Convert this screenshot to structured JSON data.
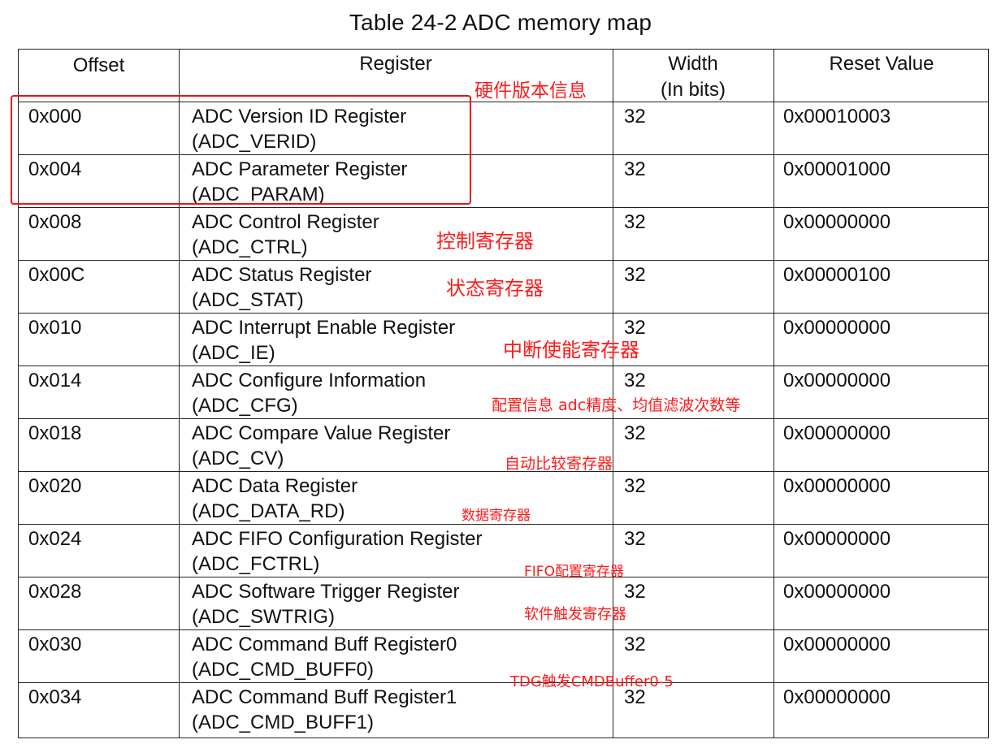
{
  "title": "Table 24-2 ADC memory map",
  "headers": {
    "offset": "Offset",
    "register": "Register",
    "width_line1": "Width",
    "width_line2": "(In bits)",
    "reset": "Reset Value"
  },
  "rows": [
    {
      "offset": "0x000",
      "name": "ADC Version ID Register",
      "abbr": "(ADC_VERID)",
      "width": "32",
      "reset": "0x00010003"
    },
    {
      "offset": "0x004",
      "name": "ADC Parameter Register",
      "abbr": "(ADC_PARAM)",
      "width": "32",
      "reset": "0x00001000"
    },
    {
      "offset": "0x008",
      "name": "ADC Control Register",
      "abbr": "(ADC_CTRL)",
      "width": "32",
      "reset": "0x00000000"
    },
    {
      "offset": "0x00C",
      "name": "ADC Status Register",
      "abbr": "(ADC_STAT)",
      "width": "32",
      "reset": "0x00000100"
    },
    {
      "offset": "0x010",
      "name": "ADC Interrupt Enable Register",
      "abbr": "(ADC_IE)",
      "width": "32",
      "reset": "0x00000000"
    },
    {
      "offset": "0x014",
      "name": "ADC Configure Information",
      "abbr": "(ADC_CFG)",
      "width": "32",
      "reset": "0x00000000"
    },
    {
      "offset": "0x018",
      "name": "ADC Compare Value Register",
      "abbr": "(ADC_CV)",
      "width": "32",
      "reset": "0x00000000"
    },
    {
      "offset": "0x020",
      "name": "ADC Data Register",
      "abbr": "(ADC_DATA_RD)",
      "width": "32",
      "reset": "0x00000000"
    },
    {
      "offset": "0x024",
      "name": "ADC FIFO Configuration Register",
      "abbr": "(ADC_FCTRL)",
      "width": "32",
      "reset": "0x00000000"
    },
    {
      "offset": "0x028",
      "name": "ADC Software Trigger Register",
      "abbr": "(ADC_SWTRIG)",
      "width": "32",
      "reset": "0x00000000"
    },
    {
      "offset": "0x030",
      "name": "ADC Command Buff Register0",
      "abbr": "(ADC_CMD_BUFF0)",
      "width": "32",
      "reset": "0x00000000"
    },
    {
      "offset": "0x034",
      "name": "ADC Command Buff Register1",
      "abbr": "(ADC_CMD_BUFF1)",
      "width": "32",
      "reset": "0x00000000"
    }
  ],
  "annotations": {
    "hw_version": "硬件版本信息",
    "ctrl": "控制寄存器",
    "stat": "状态寄存器",
    "ie": "中断使能寄存器",
    "cfg": "配置信息 adc精度、均值滤波次数等",
    "cv": "自动比较寄存器",
    "data": "数据寄存器",
    "fifo": "FIFO配置寄存器",
    "swtrig": "软件触发寄存器",
    "cmd": "TDG触发CMDBuffer0-5"
  },
  "colors": {
    "annotation": "#ff1a1a",
    "rule": "#222222",
    "text": "#111111"
  }
}
